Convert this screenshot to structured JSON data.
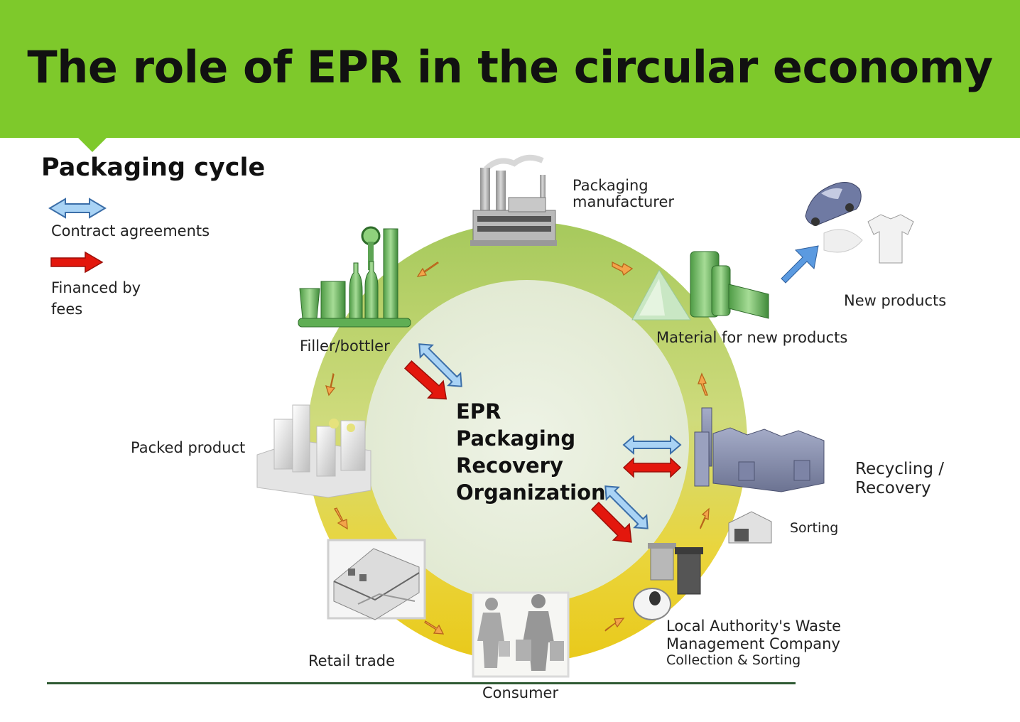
{
  "slide": {
    "title": "The role of EPR in the circular economy"
  },
  "legend": {
    "title": "Packaging cycle",
    "contract_label": "Contract agreements",
    "financed_label_line1": "Financed by",
    "financed_label_line2": "fees"
  },
  "center": {
    "line1": "EPR",
    "line2": "Packaging",
    "line3": "Recovery",
    "line4": "Organization"
  },
  "nodes": {
    "packaging_manufacturer_line1": "Packaging",
    "packaging_manufacturer_line2": "manufacturer",
    "filler_bottler": "Filler/bottler",
    "packed_product": "Packed product",
    "retail_trade": "Retail trade",
    "consumer": "Consumer",
    "local_authority_line1": "Local Authority's Waste",
    "local_authority_line2": "Management Company",
    "local_authority_line3": "Collection & Sorting",
    "sorting": "Sorting",
    "recycling_line1": "Recycling  /",
    "recycling_line2": "Recovery",
    "material_new_products": "Material for new products",
    "new_products": "New products"
  },
  "colors": {
    "header_green": "#7ec92b",
    "contract_arrow": "#9fcdf2",
    "fee_arrow": "#e01b10",
    "flow_arrow": "#f29a3a",
    "ring_green": "#a9cc62",
    "ring_yellow": "#ecd31a",
    "center_fill": "#e8efdf"
  }
}
